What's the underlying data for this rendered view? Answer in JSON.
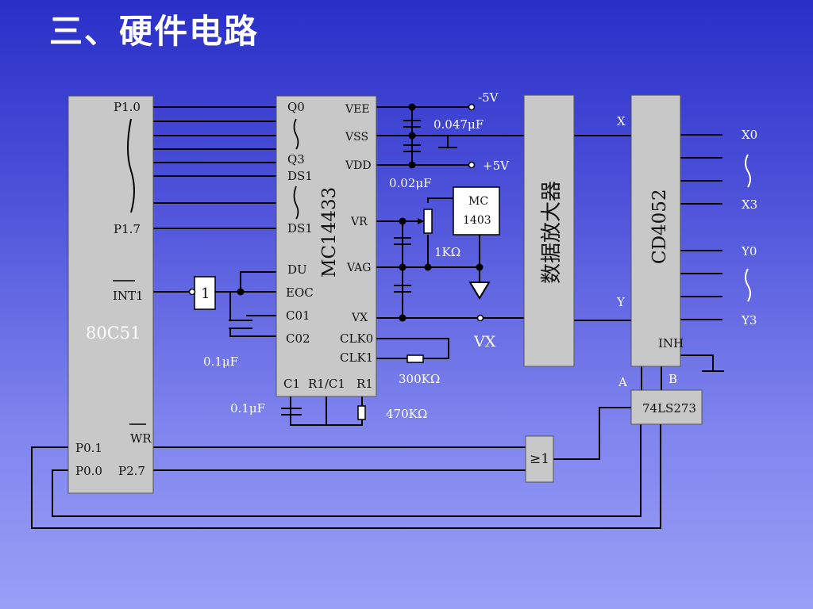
{
  "title": "三、硬件电路",
  "chips": {
    "mcu": {
      "name": "80C51",
      "pins": {
        "p10": "P1.0",
        "p17": "P1.7",
        "int1": "INT1",
        "wr": "WR",
        "p01": "P0.1",
        "p00": "P0.0",
        "p27": "P2.7"
      }
    },
    "adc": {
      "name": "MC14433",
      "pins": {
        "q0": "Q0",
        "q3": "Q3",
        "ds1a": "DS1",
        "ds1b": "DS1",
        "du": "DU",
        "eoc": "EOC",
        "co1": "C01",
        "co2": "C02",
        "c1": "C1",
        "r1c1": "R1/C1",
        "r1": "R1",
        "vee": "VEE",
        "vss": "VSS",
        "vdd": "VDD",
        "vr": "VR",
        "vag": "VAG",
        "vx": "VX",
        "clk0": "CLK0",
        "clk1": "CLK1"
      }
    },
    "ref": {
      "line1": "MC",
      "line2": "1403"
    },
    "amp": {
      "name": "数据放大器"
    },
    "mux": {
      "name": "CD4052",
      "pins": {
        "x": "X",
        "y": "Y",
        "inh": "INH",
        "a": "A",
        "b": "B",
        "x0": "X0",
        "x3": "X3",
        "y0": "Y0",
        "y3": "Y3"
      }
    },
    "latch": {
      "name": "74LS273"
    },
    "or_gate": {
      "label": "≥1"
    },
    "inverter": {
      "label": "1"
    }
  },
  "labels": {
    "neg5v": "-5V",
    "pos5v": "+5V",
    "cap_047": "0.047μF",
    "cap_002": "0.02μF",
    "res_1k": "1KΩ",
    "vx_in": "VX",
    "res_300k": "300KΩ",
    "res_470k": "470KΩ",
    "cap_01_top": "0.1μF",
    "cap_01_bot": "0.1μF",
    "tilde": "~"
  }
}
